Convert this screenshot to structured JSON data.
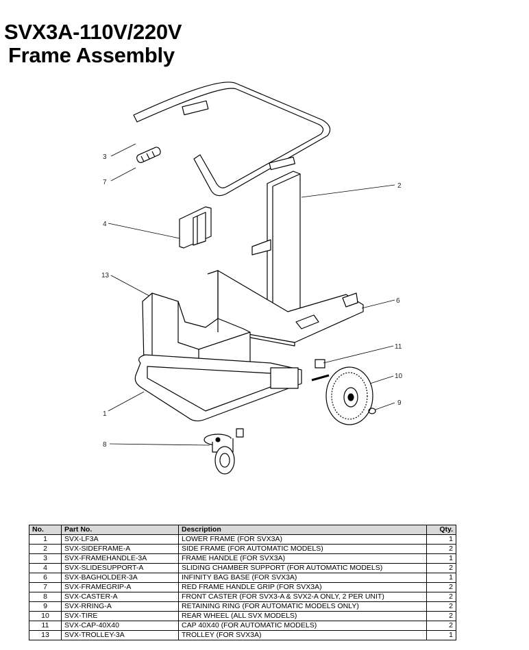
{
  "title": {
    "line1": "SVX3A-110V/220V",
    "line2": "Frame Assembly"
  },
  "callouts": [
    "1",
    "2",
    "3",
    "4",
    "6",
    "7",
    "8",
    "9",
    "10",
    "11",
    "13"
  ],
  "table": {
    "headers": {
      "no": "No.",
      "part": "Part No.",
      "desc": "Description",
      "qty": "Qty."
    },
    "rows": [
      {
        "no": "1",
        "part": "SVX-LF3A",
        "desc": "LOWER FRAME (FOR SVX3A)",
        "qty": "1"
      },
      {
        "no": "2",
        "part": "SVX-SIDEFRAME-A",
        "desc": "SIDE FRAME (FOR AUTOMATIC MODELS)",
        "qty": "2"
      },
      {
        "no": "3",
        "part": "SVX-FRAMEHANDLE-3A",
        "desc": "FRAME HANDLE (FOR SVX3A)",
        "qty": "1"
      },
      {
        "no": "4",
        "part": "SVX-SLIDESUPPORT-A",
        "desc": "SLIDING CHAMBER SUPPORT (FOR AUTOMATIC MODELS)",
        "qty": "2"
      },
      {
        "no": "6",
        "part": "SVX-BAGHOLDER-3A",
        "desc": "INFINITY BAG BASE (FOR SVX3A)",
        "qty": "1"
      },
      {
        "no": "7",
        "part": "SVX-FRAMEGRIP-A",
        "desc": "RED FRAME HANDLE GRIP (FOR SVX3A)",
        "qty": "2"
      },
      {
        "no": "8",
        "part": "SVX-CASTER-A",
        "desc": "FRONT CASTER (FOR SVX3-A & SVX2-A ONLY, 2 PER UNIT)",
        "qty": "2"
      },
      {
        "no": "9",
        "part": "SVX-RRING-A",
        "desc": "RETAINING RING (FOR AUTOMATIC MODELS ONLY)",
        "qty": "2"
      },
      {
        "no": "10",
        "part": "SVX-TIRE",
        "desc": "REAR WHEEL (ALL SVX MODELS)",
        "qty": "2"
      },
      {
        "no": "11",
        "part": "SVX-CAP-40X40",
        "desc": "CAP 40X40 (FOR AUTOMATIC MODELS)",
        "qty": "2"
      },
      {
        "no": "13",
        "part": "SVX-TROLLEY-3A",
        "desc": "TROLLEY (FOR SVX3A)",
        "qty": "1"
      }
    ]
  }
}
